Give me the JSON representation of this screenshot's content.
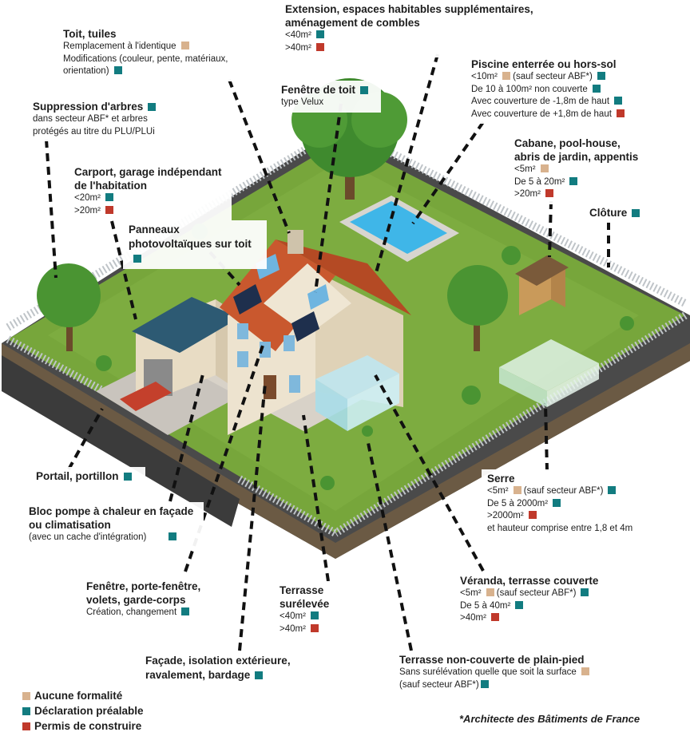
{
  "colors": {
    "aucune": "#d8b28e",
    "declaration": "#127c80",
    "permis": "#c0392b"
  },
  "labels": {
    "extension": {
      "title": "Extension, espaces habitables supplémentaires, aménagement de combles",
      "lines": [
        {
          "text": "<40m²",
          "c": "decl"
        },
        {
          "text": ">40m²",
          "c": "perm"
        }
      ]
    },
    "toit": {
      "title": "Toit, tuiles",
      "lines": [
        {
          "text": "Remplacement à l'identique",
          "c": "none"
        },
        {
          "text": "Modifications (couleur, pente, matériaux,",
          "c": ""
        },
        {
          "text": "orientation)",
          "c": "decl"
        }
      ]
    },
    "fenetre_toit": {
      "title": "Fenêtre de toit",
      "lines": [
        {
          "text": "type Velux",
          "c": ""
        }
      ]
    },
    "piscine": {
      "title": "Piscine enterrée ou hors-sol",
      "lines": [
        {
          "text": "<10m²",
          "c": "none",
          "extra": "(sauf secteur ABF*)",
          "c2": "decl"
        },
        {
          "text": "De 10 à 100m² non couverte",
          "c": "decl"
        },
        {
          "text": "Avec couverture de -1,8m de haut",
          "c": "decl"
        },
        {
          "text": "Avec couverture de +1,8m de haut",
          "c": "perm"
        }
      ]
    },
    "arbres": {
      "title": "Suppression d'arbres",
      "lines": [
        {
          "text": "dans secteur ABF* et arbres",
          "c": ""
        },
        {
          "text": "protégés au titre du PLU/PLUi",
          "c": ""
        }
      ]
    },
    "carport": {
      "title": "Carport, garage indépendant de l'habitation",
      "lines": [
        {
          "text": "<20m²",
          "c": "decl"
        },
        {
          "text": ">20m²",
          "c": "perm"
        }
      ]
    },
    "cabane": {
      "title": "Cabane, pool-house, abris de jardin, appentis",
      "lines": [
        {
          "text": "<5m²",
          "c": "none"
        },
        {
          "text": "De 5 à 20m²",
          "c": "decl"
        },
        {
          "text": ">20m²",
          "c": "perm"
        }
      ]
    },
    "panneaux": {
      "title": "Panneaux photovoltaïques sur toit",
      "lines": []
    },
    "cloture": {
      "title": "Clôture",
      "lines": []
    },
    "portail": {
      "title": "Portail, portillon",
      "lines": []
    },
    "pompe": {
      "title": "Bloc pompe à chaleur en façade ou climatisation",
      "lines": [
        {
          "text": "(avec un cache d'intégration)",
          "c": "decl"
        }
      ]
    },
    "serre": {
      "title": "Serre",
      "lines": [
        {
          "text": "<5m²",
          "c": "none",
          "extra": "(sauf secteur ABF*)",
          "c2": "decl"
        },
        {
          "text": "De 5 à 2000m²",
          "c": "decl"
        },
        {
          "text": ">2000m²",
          "c": "perm"
        },
        {
          "text": "et hauteur comprise entre 1,8 et 4m",
          "c": ""
        }
      ]
    },
    "fenetre": {
      "title": "Fenêtre, porte-fenêtre, volets, garde-corps",
      "lines": [
        {
          "text": "Création, changement",
          "c": "decl"
        }
      ]
    },
    "terrasse_sur": {
      "title": "Terrasse surélevée",
      "lines": [
        {
          "text": "<40m²",
          "c": "decl"
        },
        {
          "text": ">40m²",
          "c": "perm"
        }
      ]
    },
    "veranda": {
      "title": "Véranda, terrasse couverte",
      "lines": [
        {
          "text": "<5m²",
          "c": "none",
          "extra": "(sauf secteur ABF*)",
          "c2": "decl"
        },
        {
          "text": "De 5 à 40m²",
          "c": "decl"
        },
        {
          "text": ">40m²",
          "c": "perm"
        }
      ]
    },
    "facade": {
      "title": "Façade, isolation extérieure, ravalement, bardage",
      "lines": []
    },
    "terrasse_nc": {
      "title": "Terrasse non-couverte de plain-pied",
      "lines": [
        {
          "text": "Sans surélévation quelle que soit la surface",
          "c": "none"
        },
        {
          "text": "(sauf secteur ABF*)",
          "c": "decl"
        }
      ]
    }
  },
  "legend": {
    "aucune": "Aucune formalité",
    "declaration": "Déclaration préalable",
    "permis": "Permis de construire"
  },
  "footnote": "*Architecte des Bâtiments de France"
}
